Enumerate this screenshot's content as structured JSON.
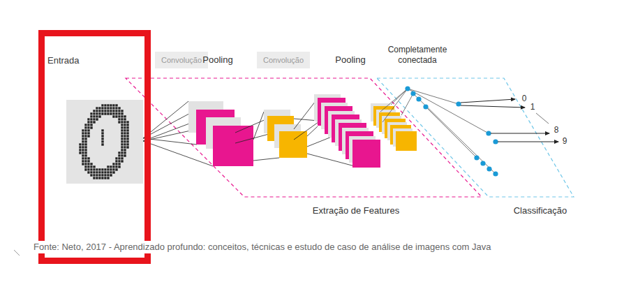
{
  "diagram": {
    "caption": "Fonte: Neto, 2017 - Aprendizado profundo: conceitos, técnicas e estudo de caso de análise de imagens com Java",
    "nodes": [
      {
        "text": [
          "Entrada"
        ]
      },
      {
        "text": [
          "Convolução"
        ]
      },
      {
        "text": [
          "Convolução"
        ]
      }
    ],
    "labels": [
      "Pooling",
      "Pooling",
      "Completamente conectada",
      "0",
      "1",
      "8",
      "9",
      "Extração de Features",
      "Classificação"
    ]
  }
}
